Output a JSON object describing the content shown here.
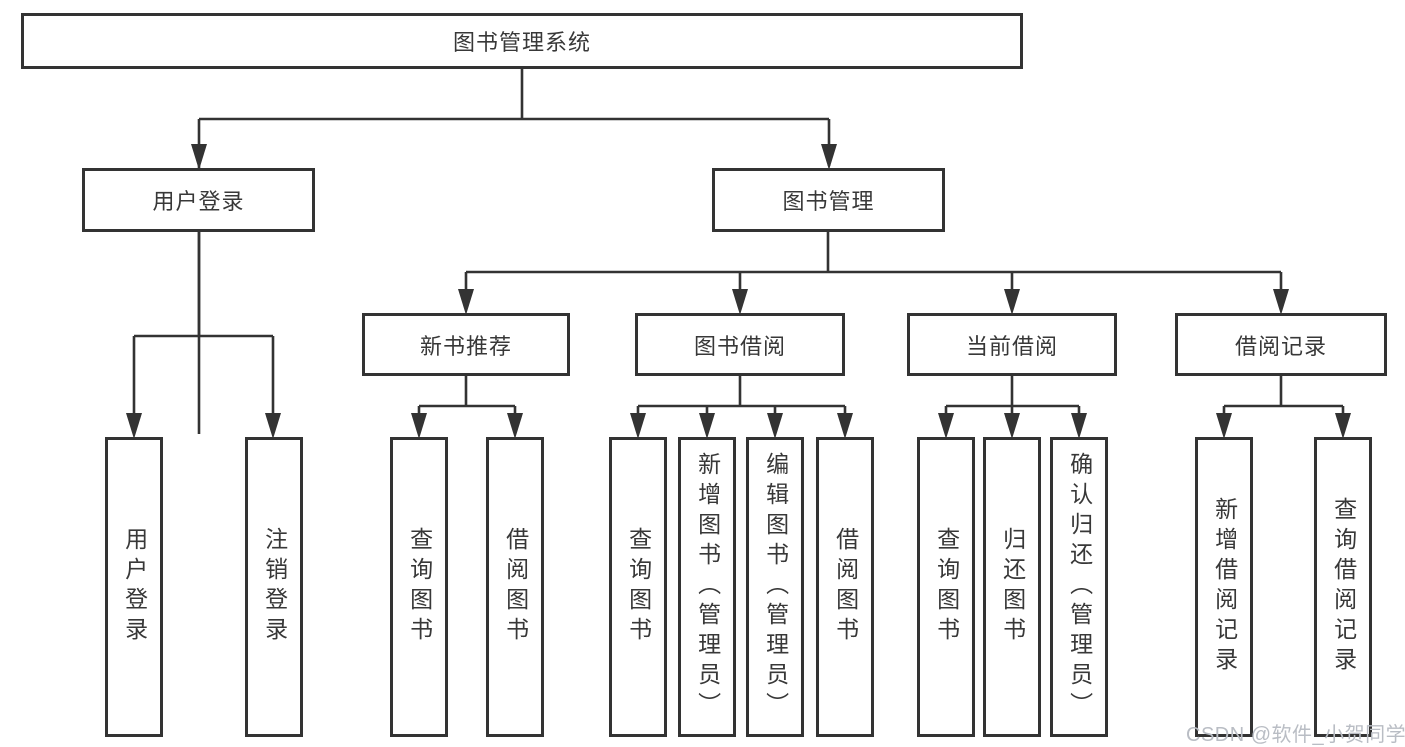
{
  "diagram": {
    "title": "图书管理系统",
    "line_color": "#333333",
    "box_background": "#ffffff",
    "tree": {
      "label": "图书管理系统",
      "children": [
        {
          "label": "用户登录",
          "children": [
            {
              "label": "用户登录"
            },
            {
              "label": "注销登录"
            }
          ]
        },
        {
          "label": "图书管理",
          "children": [
            {
              "label": "新书推荐",
              "children": [
                {
                  "label": "查询图书"
                },
                {
                  "label": "借阅图书"
                }
              ]
            },
            {
              "label": "图书借阅",
              "children": [
                {
                  "label": "查询图书"
                },
                {
                  "label": "新增图书（管理员）"
                },
                {
                  "label": "编辑图书（管理员）"
                },
                {
                  "label": "借阅图书"
                }
              ]
            },
            {
              "label": "当前借阅",
              "children": [
                {
                  "label": "查询图书"
                },
                {
                  "label": "归还图书"
                },
                {
                  "label": "确认归还（管理员）"
                }
              ]
            },
            {
              "label": "借阅记录",
              "children": [
                {
                  "label": "新增借阅记录"
                },
                {
                  "label": "查询借阅记录"
                }
              ]
            }
          ]
        }
      ]
    }
  },
  "watermark": {
    "text": "CSDN @软件_小贺同学",
    "color": "#b9bdc4"
  }
}
